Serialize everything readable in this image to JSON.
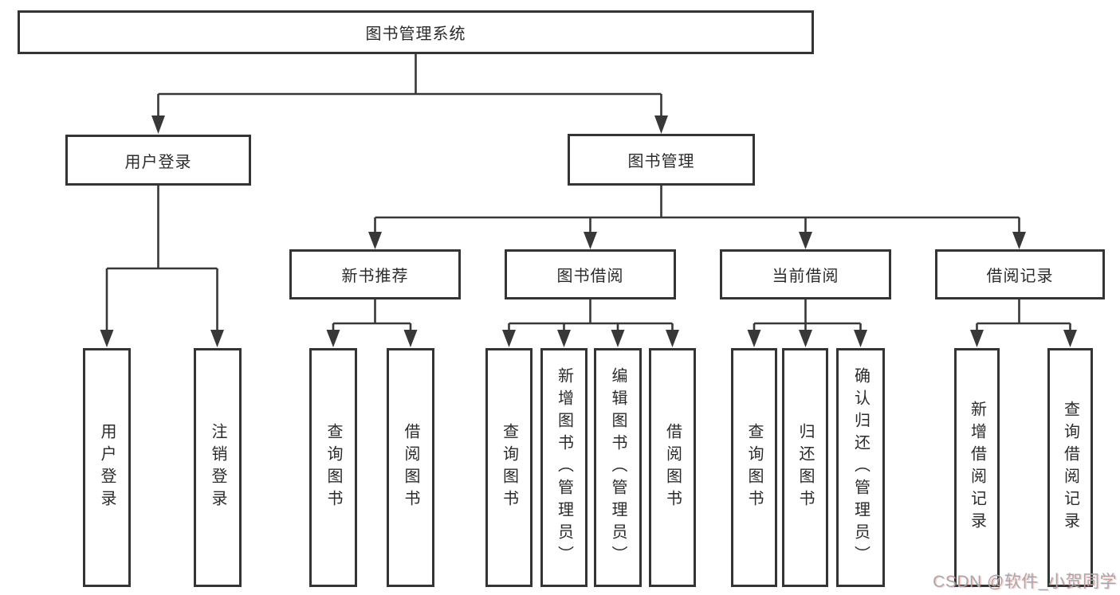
{
  "colors": {
    "line": "#383838",
    "box_border": "#343434",
    "text": "#2b2b2b",
    "background": "#ffffff",
    "watermark": "#a7a7af"
  },
  "watermark": {
    "text": "CSDN @软件_小贺同学"
  },
  "tree": {
    "root": {
      "label": "图书管理系统"
    },
    "branches": [
      {
        "label": "用户登录",
        "leaves": [
          {
            "label": "用户登录"
          },
          {
            "label": "注销登录"
          }
        ]
      },
      {
        "label": "图书管理",
        "groups": [
          {
            "label": "新书推荐",
            "leaves": [
              {
                "label": "查询图书"
              },
              {
                "label": "借阅图书"
              }
            ]
          },
          {
            "label": "图书借阅",
            "leaves": [
              {
                "label": "查询图书"
              },
              {
                "label": "新增图书（管理员）"
              },
              {
                "label": "编辑图书（管理员）"
              },
              {
                "label": "借阅图书"
              }
            ]
          },
          {
            "label": "当前借阅",
            "leaves": [
              {
                "label": "查询图书"
              },
              {
                "label": "归还图书"
              },
              {
                "label": "确认归还（管理员）"
              }
            ]
          },
          {
            "label": "借阅记录",
            "leaves": [
              {
                "label": "新增借阅记录"
              },
              {
                "label": "查询借阅记录"
              }
            ]
          }
        ]
      }
    ]
  }
}
